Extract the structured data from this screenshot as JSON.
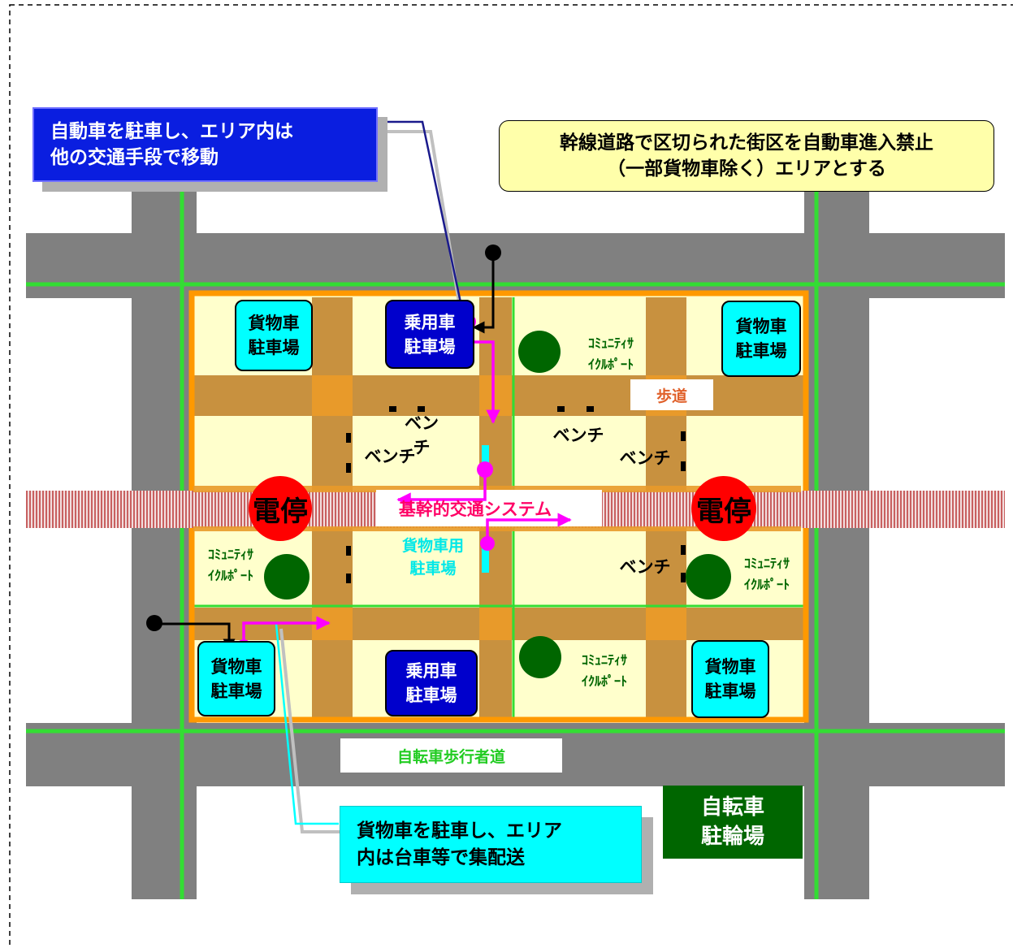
{
  "callouts": {
    "car_park": "自動車を駐車し、エリア内は\n他の交通手段で移動",
    "zone_rule": "幹線道路で区切られた街区を自動車進入禁止\n（一部貨物車除く）エリアとする",
    "freight_park": "貨物車を駐車し、エリア\n内は台車等で集配送"
  },
  "parking": {
    "freight": "貨物車\n駐車場",
    "passenger": "乗用車\n駐車場",
    "freight_small": "貨物車用\n駐車場"
  },
  "labels": {
    "sidewalk": "歩道",
    "bench": "ベンチ",
    "community_cycle": "ｺﾐｭﾆﾃｨｻ\nｲｸﾙﾎﾟｰﾄ",
    "tram_stop": "電停",
    "trunk_transit": "基幹的交通システム",
    "bike_ped_road": "自転車歩行者道",
    "bicycle_parking": "自転車\n駐輪場"
  },
  "colors": {
    "road": "#808080",
    "road_edge": "#33dd33",
    "block": "#ffffcc",
    "sidewalk_band": "#c8913f",
    "zone_border": "#ff9900",
    "passenger_lot": "#0000cc",
    "freight_lot": "#00ffff",
    "tram_stop": "#ff0000",
    "route_arrow": "#ff00ff",
    "cycle_port": "#006600"
  }
}
